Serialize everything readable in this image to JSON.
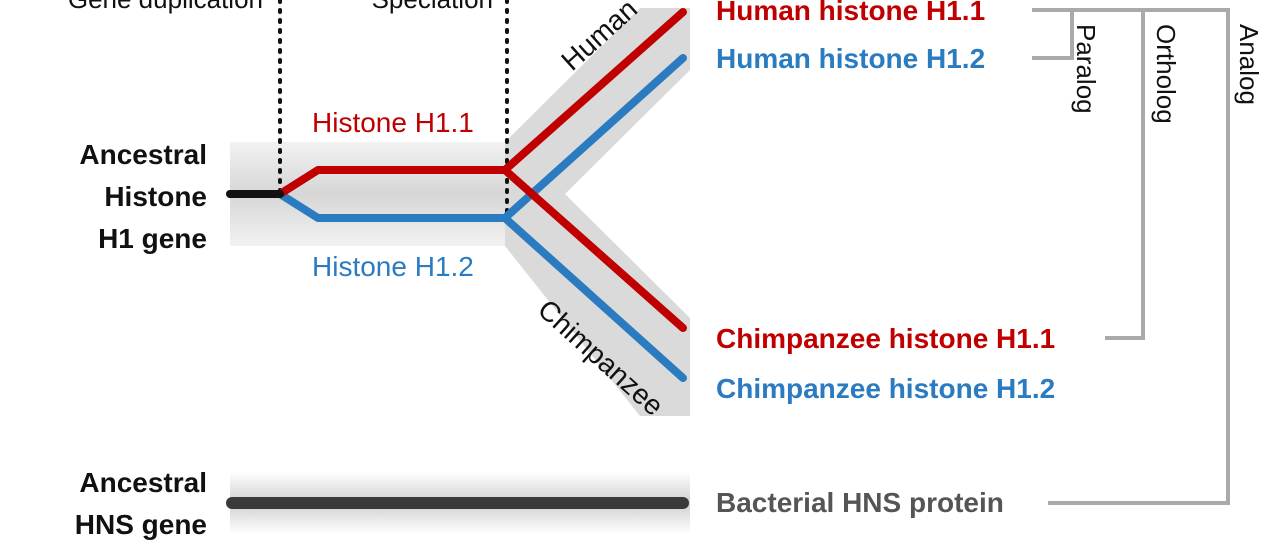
{
  "events": {
    "duplication": "Gene duplication",
    "speciation": "Speciation"
  },
  "ancestral_h1": [
    "Ancestral",
    "Histone",
    "H1 gene"
  ],
  "ancestral_hns": [
    "Ancestral",
    "HNS gene"
  ],
  "branch_labels": {
    "histone_h1_1": "Histone H1.1",
    "histone_h1_2": "Histone H1.2",
    "human": "Human",
    "chimpanzee": "Chimpanzee"
  },
  "leaves": {
    "human_h1_1": "Human histone H1.1",
    "human_h1_2": "Human histone H1.2",
    "chimp_h1_1": "Chimpanzee histone H1.1",
    "chimp_h1_2": "Chimpanzee histone H1.2",
    "bacterial_hns": "Bacterial HNS protein"
  },
  "relations": {
    "paralog": "Paralog",
    "ortholog": "Ortholog",
    "analog": "Analog"
  },
  "colors": {
    "h1_1": "#c00000",
    "h1_2": "#2a7bc0",
    "ancestral": "#111111",
    "hns": "#3a3a3a",
    "band": "#dcdcdc",
    "bracket": "#aaaaaa"
  }
}
